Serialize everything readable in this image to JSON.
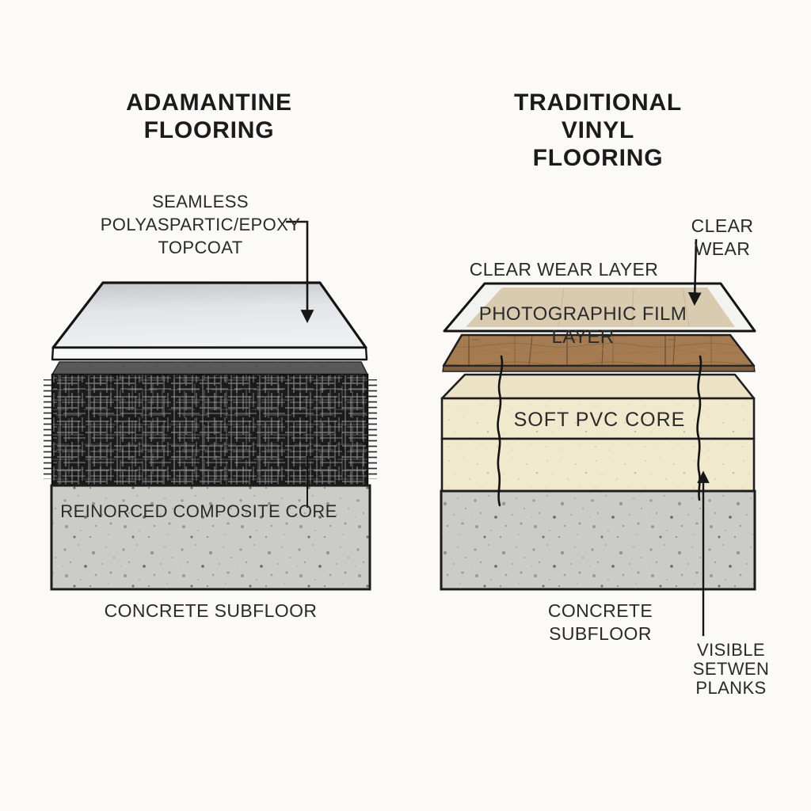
{
  "colors": {
    "background": "#fbfaf7",
    "outline": "#161616",
    "topcoat_light": "#f2f4f5",
    "topcoat_dark": "#c5c9cd",
    "bond_layer_gray": "#59595b",
    "composite_core_black": "#191919",
    "concrete_gray": "#cbcbc8",
    "clear_wear_white": "#f3f4f1",
    "film_beige": "#d7c7a9",
    "wood_brown": "#a57c52",
    "pvc_cream": "#f1e9cd"
  },
  "left_diagram": {
    "title": "ADAMANTINE\nFLOORING",
    "topcoat_label": "SEAMLESS\nPOLYASPARTIC/EPOXY\nTOPCOAT",
    "core_label": "REINORCED COMPOSITE CORE",
    "subfloor_label": "CONCRETE SUBFLOOR"
  },
  "right_diagram": {
    "title": "TRADITIONAL VINYL\nFLOORING",
    "clear_wear_callout": "CLEAR WEAR",
    "wear_layer_label": "CLEAR WEAR LAYER",
    "film_layer_label": "PHOTOGRAPHIC FILM LAYER",
    "core_label": "SOFT PVC CORE",
    "subfloor_label": "CONCRETE SUBFLOOR",
    "seams_callout": "VISIBLE\nSETWEN\nPLANKS"
  }
}
